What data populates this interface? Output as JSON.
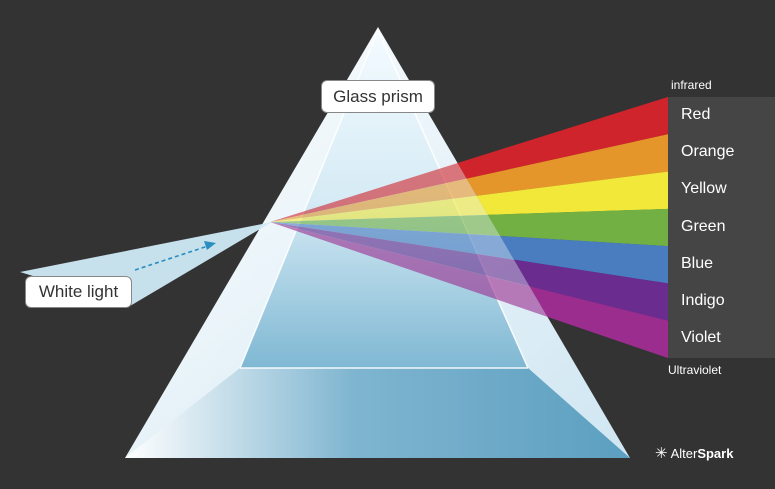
{
  "labels": {
    "prism": "Glass prism",
    "white_light": "White light",
    "infrared": "infrared",
    "ultraviolet": "Ultraviolet"
  },
  "spectrum": [
    {
      "name": "Red",
      "color": "#d0242c"
    },
    {
      "name": "Orange",
      "color": "#e5962a"
    },
    {
      "name": "Yellow",
      "color": "#f2e83a"
    },
    {
      "name": "Green",
      "color": "#72b043"
    },
    {
      "name": "Blue",
      "color": "#4a7cc0"
    },
    {
      "name": "Indigo",
      "color": "#6a2c8e"
    },
    {
      "name": "Violet",
      "color": "#9b2d8f"
    }
  ],
  "logo": {
    "part1": "Alter",
    "part2": "Spark"
  }
}
